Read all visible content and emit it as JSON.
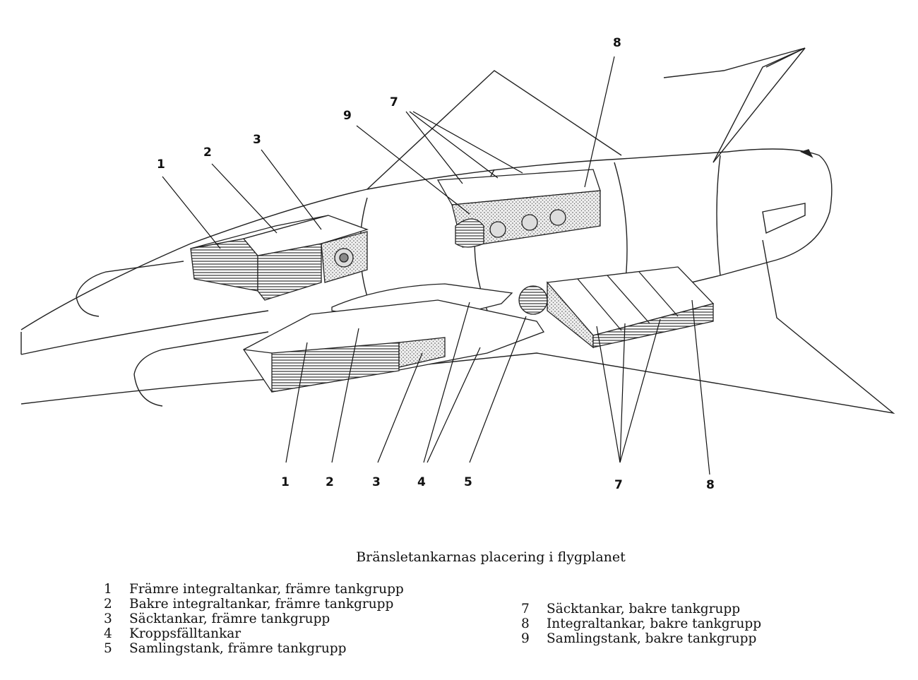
{
  "callouts": {
    "top_1": "1",
    "top_2": "2",
    "top_3": "3",
    "top_7": "7",
    "top_8": "8",
    "top_9": "9",
    "bottom_1": "1",
    "bottom_2": "2",
    "bottom_3": "3",
    "bottom_4": "4",
    "bottom_5": "5",
    "bottom_7": "7",
    "bottom_8": "8"
  },
  "caption": "Bränsletankarnas placering i flygplanet",
  "legend_left": [
    {
      "num": "1",
      "text": "Främre integraltankar, främre tankgrupp"
    },
    {
      "num": "2",
      "text": "Bakre integraltankar, främre tankgrupp"
    },
    {
      "num": "3",
      "text": "Säcktankar, främre tankgrupp"
    },
    {
      "num": "4",
      "text": "Kroppsfälltankar"
    },
    {
      "num": "5",
      "text": "Samlingstank, främre tankgrupp"
    }
  ],
  "legend_right": [
    {
      "num": "7",
      "text": "Säcktankar, bakre tankgrupp"
    },
    {
      "num": "8",
      "text": "Integraltankar, bakre tankgrupp"
    },
    {
      "num": "9",
      "text": "Samlingstank, bakre tankgrupp"
    }
  ]
}
